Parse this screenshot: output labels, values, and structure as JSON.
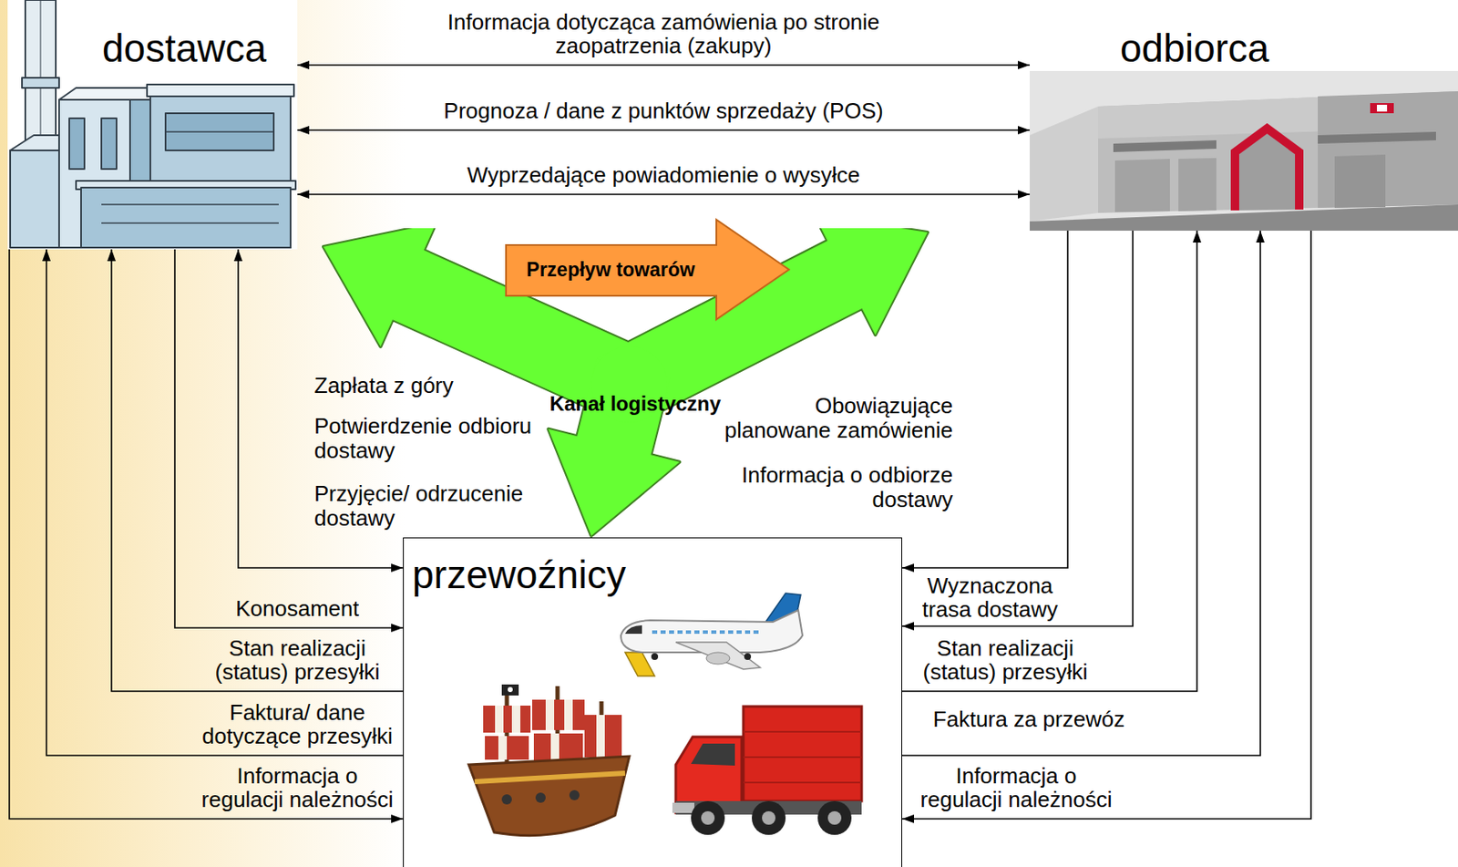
{
  "diagram": {
    "nodes": [
      {
        "text": [
          "dostawca"
        ]
      },
      {
        "text": [
          "odbiorca"
        ]
      },
      {
        "text": [
          "Przepływ towarów"
        ]
      },
      {
        "text": [
          "Kanał logistyczny"
        ]
      },
      {
        "text": [
          "przewoźnicy"
        ]
      }
    ],
    "edges": [
      {
        "from": 0,
        "to": 1,
        "arrow": "both",
        "label": "Informacja dotycząca zamówienia po stronie zaopatrzenia (zakupy)"
      },
      {
        "from": 0,
        "to": 1,
        "arrow": "both",
        "label": "Prognoza / dane z punktów sprzedaży (POS)"
      },
      {
        "from": 0,
        "to": 1,
        "arrow": "both",
        "label": "Wyprzedające powiadomienie o wysyłce"
      },
      {
        "from": 0,
        "to": 4,
        "arrow": "both"
      },
      {
        "from": 0,
        "to": 4,
        "arrow": "to",
        "label": "Konosament"
      },
      {
        "from": 4,
        "to": 0,
        "arrow": "to",
        "label": "Stan realizacji (status) przesyłki"
      },
      {
        "from": 4,
        "to": 0,
        "arrow": "to",
        "label": "Faktura/ dane dotyczące przesyłki"
      },
      {
        "from": 0,
        "to": 4,
        "arrow": "to",
        "label": "Informacja o regulacji należności"
      },
      {
        "from": 1,
        "to": 4,
        "arrow": "to"
      },
      {
        "from": 1,
        "to": 4,
        "arrow": "to",
        "label": "Wyznaczona trasa dostawy"
      },
      {
        "from": 4,
        "to": 1,
        "arrow": "to",
        "label": "Stan realizacji (status) przesyłki"
      },
      {
        "from": 4,
        "to": 1,
        "arrow": "to",
        "label": "Faktura za przewóz"
      },
      {
        "from": 1,
        "to": 4,
        "arrow": "to",
        "label": "Informacja o regulacji należności"
      }
    ],
    "labels": [
      "Zapłata z góry",
      "Potwierdzenie odbioru dostawy",
      "Przyjęcie/ odrzucenie dostawy",
      "Obowiązujące planowane zamówienie",
      "Informacja o odbiorze dostawy"
    ]
  }
}
